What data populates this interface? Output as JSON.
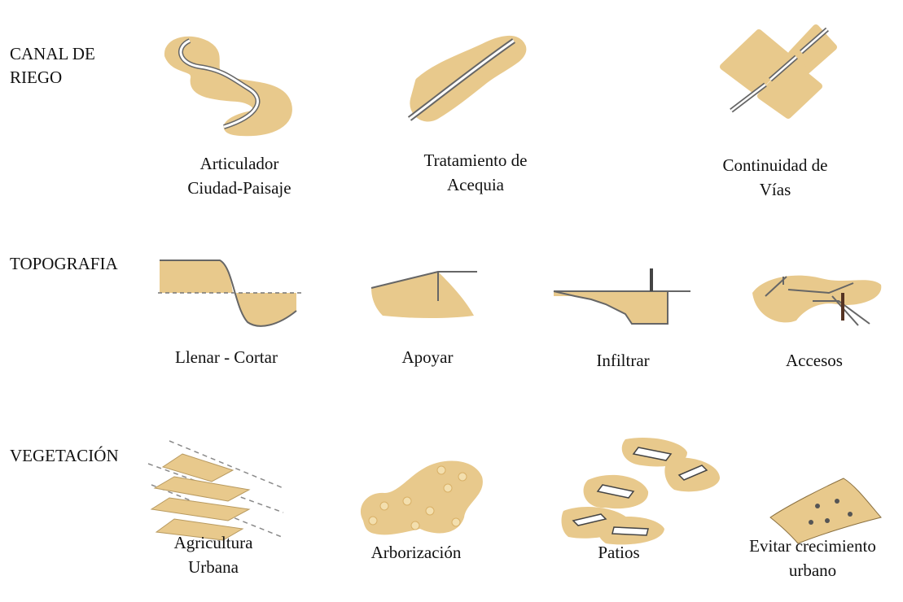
{
  "colors": {
    "sand": "#e8c98c",
    "sand_dark": "#d9b067",
    "line": "#555555",
    "dash": "#8a8a8a"
  },
  "rows": [
    {
      "label": "CANAL DE\nRIEGO",
      "items": [
        {
          "caption": "Articulador\nCiudad-Paisaje",
          "icon": "winding-canal-icon"
        },
        {
          "caption": "Tratamiento de\nAcequia",
          "icon": "acequia-icon"
        },
        {
          "caption": "Continuidad de\nVías",
          "icon": "road-continuity-icon"
        }
      ]
    },
    {
      "label": "TOPOGRAFIA",
      "items": [
        {
          "caption": "Llenar - Cortar",
          "icon": "cut-fill-icon"
        },
        {
          "caption": "Apoyar",
          "icon": "support-slope-icon"
        },
        {
          "caption": "Infiltrar",
          "icon": "infiltrate-icon"
        },
        {
          "caption": "Accesos",
          "icon": "access-icon"
        }
      ]
    },
    {
      "label": "VEGETACIÓN",
      "items": [
        {
          "caption": "Agricultura\nUrbana",
          "icon": "urban-agriculture-icon"
        },
        {
          "caption": "Arborización",
          "icon": "tree-planting-icon"
        },
        {
          "caption": "Patios",
          "icon": "courtyards-icon"
        },
        {
          "caption": "Evitar crecimiento\nurbano",
          "icon": "growth-limit-icon"
        }
      ]
    }
  ]
}
